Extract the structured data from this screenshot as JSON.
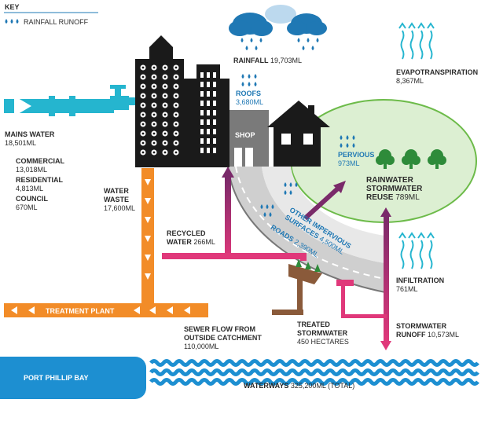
{
  "key": {
    "title": "KEY",
    "rainfall_runoff": "RAINFALL RUNOFF"
  },
  "labels": {
    "rainfall": "RAINFALL",
    "rainfall_value": "19,703ML",
    "roofs": "ROOFS",
    "roofs_value": "3,680ML",
    "evapotranspiration": "EVAPOTRANSPIRATION",
    "evapotranspiration_value": "8,367ML",
    "mains_water": "MAINS WATER",
    "mains_water_value": "18,501ML",
    "commercial": "COMMERCIAL",
    "commercial_value": "13,018ML",
    "residential": "RESIDENTIAL",
    "residential_value": "4,813ML",
    "council": "COUNCIL",
    "council_value": "670ML",
    "shop": "SHOP",
    "pervious": "PERVIOUS",
    "pervious_value": "973ML",
    "rainwater_line1": "RAINWATER",
    "rainwater_line2": "STORMWATER",
    "rainwater_line3": "REUSE",
    "rainwater_value": "789ML",
    "water_waste_line1": "WATER",
    "water_waste_line2": "WASTE",
    "water_waste_value": "17,600ML",
    "other_impervious_line1": "OTHER IMPERVIOUS",
    "other_impervious_line2": "SURFACES",
    "other_impervious_value": "4,500ML",
    "roads": "ROADS",
    "roads_value": "2,390ML",
    "recycled_line1": "RECYCLED",
    "recycled_line2": "WATER",
    "recycled_value": "266ML",
    "infiltration": "INFILTRATION",
    "infiltration_value": "761ML",
    "treatment_plant": "TREATMENT PLANT",
    "sewer_line1": "SEWER FLOW FROM",
    "sewer_line2": "OUTSIDE CATCHMENT",
    "sewer_value": "110,000ML",
    "treated_line1": "TREATED",
    "treated_line2": "STORMWATER",
    "treated_value": "450 HECTARES",
    "stormwater_runoff_line1": "STORMWATER",
    "stormwater_runoff_line2": "RUNOFF",
    "stormwater_runoff_value": "10,573ML",
    "port_phillip_bay": "PORT PHILLIP BAY",
    "waterways": "WATERWAYS",
    "waterways_value": "325,200ML (TOTAL)"
  },
  "colors": {
    "water_blue": "#1f78b4",
    "mains_cyan": "#25b5cf",
    "sewer_orange": "#f28c28",
    "recycled_pink": "#d8336f",
    "runoff_purple": "#7a2a6a",
    "pervious_green": "#dcefd2",
    "pervious_border": "#6dbb4a",
    "tree_green": "#2e8b3a",
    "building_black": "#1a1a1a",
    "road_grey": "#9a9a9a",
    "treated_brown": "#8a5a3a",
    "bay_blue": "#1d8fd1"
  },
  "icons": [
    "rain-cloud-icon",
    "evapotranspiration-arrows-icon",
    "tap-icon",
    "house-icon",
    "tree-icon",
    "raindrop-icon"
  ]
}
